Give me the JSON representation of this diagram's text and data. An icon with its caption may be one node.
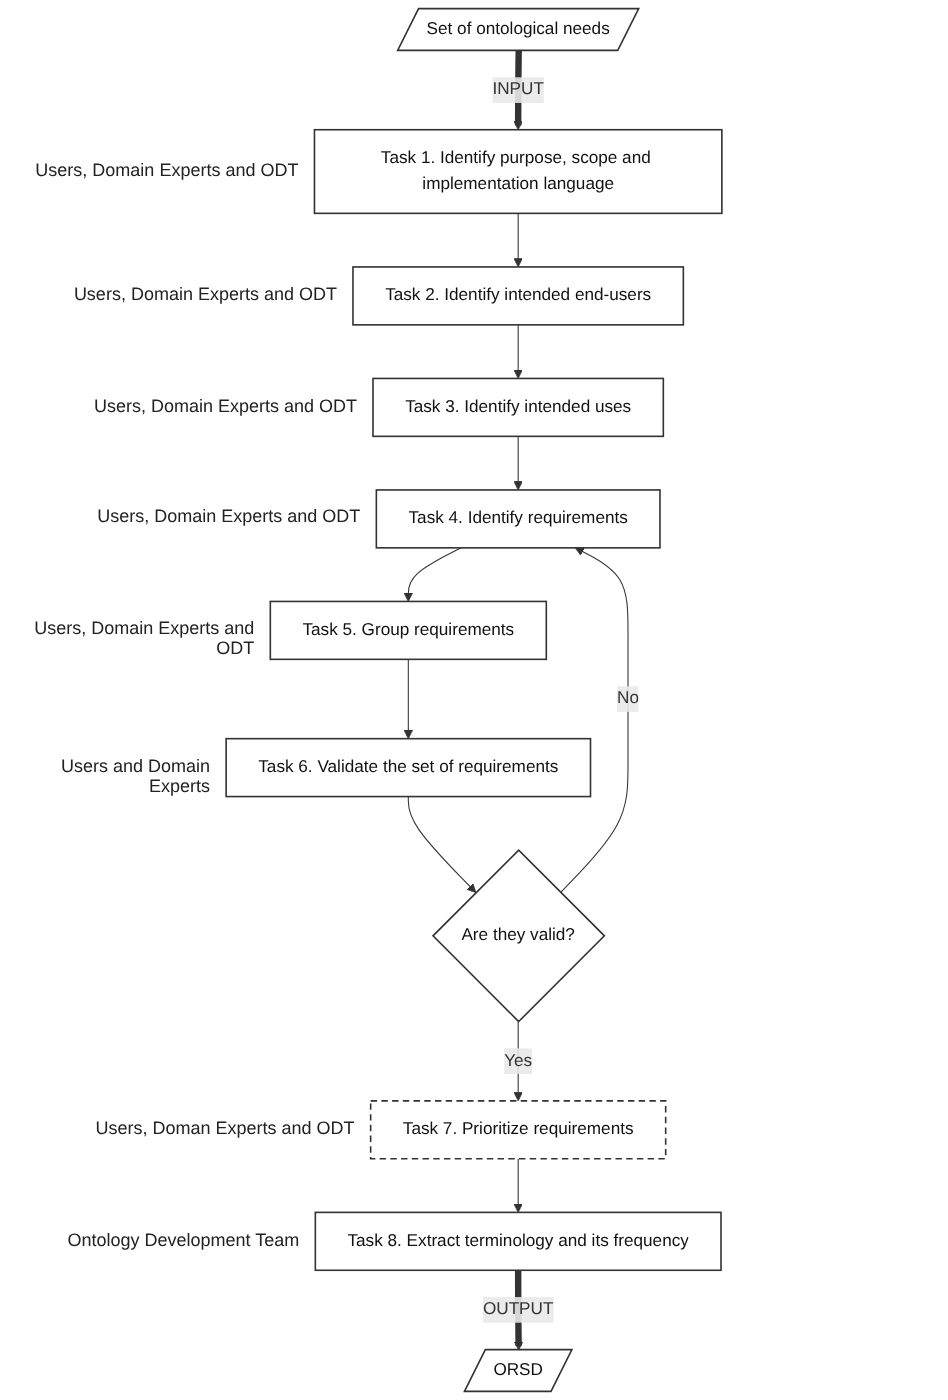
{
  "diagram": {
    "nodes": [
      {
        "text": [
          "Set of ontological needs"
        ]
      },
      {
        "text": [
          "Task 1. Identify purpose, scope and implementation language"
        ],
        "beside": [
          "Users, Domain Experts and ODT"
        ]
      },
      {
        "text": [
          "Task 2. Identify intended end-users"
        ],
        "beside": [
          "Users, Domain Experts and ODT"
        ]
      },
      {
        "text": [
          "Task 3. Identify intended uses"
        ],
        "beside": [
          "Users, Domain Experts and ODT"
        ]
      },
      {
        "text": [
          "Task 4. Identify requirements"
        ],
        "beside": [
          "Users, Domain Experts and ODT"
        ]
      },
      {
        "text": [
          "Task 5. Group requirements"
        ],
        "beside": [
          "Users, Domain Experts and ODT"
        ]
      },
      {
        "text": [
          "Task 6. Validate the set of requirements"
        ],
        "beside": [
          "Users and Domain Experts"
        ]
      },
      {
        "text": [
          "Are they valid?"
        ]
      },
      {
        "text": [
          "Task 7. Prioritize requirements"
        ],
        "beside": [
          "Users, Doman Experts and ODT"
        ]
      },
      {
        "text": [
          "Task 8. Extract terminology and its frequency"
        ],
        "beside": [
          "Ontology Development Team"
        ]
      },
      {
        "text": [
          "ORSD"
        ]
      }
    ],
    "edges": [
      {
        "from": 0,
        "to": 1,
        "arrow": "to",
        "label": "INPUT",
        "style": "thick"
      },
      {
        "from": 1,
        "to": 2,
        "arrow": "to"
      },
      {
        "from": 2,
        "to": 3,
        "arrow": "to"
      },
      {
        "from": 3,
        "to": 4,
        "arrow": "to"
      },
      {
        "from": 4,
        "to": 5,
        "arrow": "to"
      },
      {
        "from": 5,
        "to": 6,
        "arrow": "to"
      },
      {
        "from": 6,
        "to": 7,
        "arrow": "to"
      },
      {
        "from": 7,
        "to": 4,
        "arrow": "to",
        "label": "No"
      },
      {
        "from": 7,
        "to": 8,
        "arrow": "to",
        "label": "Yes"
      },
      {
        "from": 8,
        "to": 9,
        "arrow": "to"
      },
      {
        "from": 9,
        "to": 10,
        "arrow": "to",
        "label": "OUTPUT",
        "style": "thick"
      }
    ]
  }
}
